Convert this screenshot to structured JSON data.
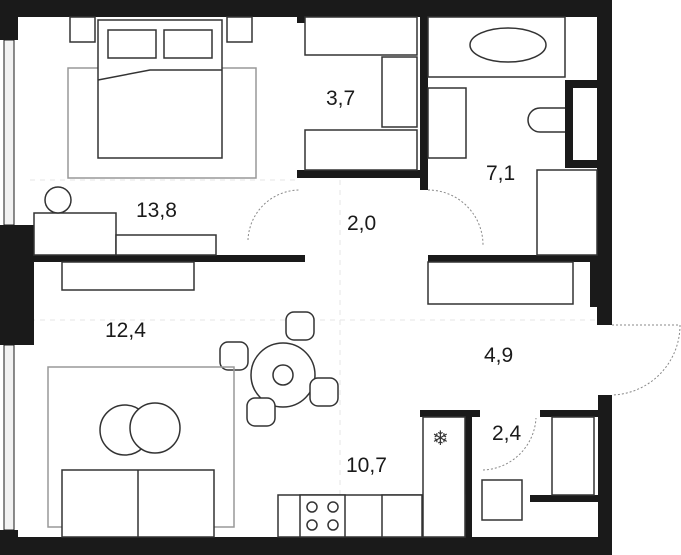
{
  "floor_plan": {
    "rooms": [
      {
        "id": "bedroom",
        "area": "13,8"
      },
      {
        "id": "wardrobe",
        "area": "3,7"
      },
      {
        "id": "hallway",
        "area": "2,0"
      },
      {
        "id": "bathroom",
        "area": "7,1"
      },
      {
        "id": "living-room",
        "area": "12,4"
      },
      {
        "id": "entrance-hall",
        "area": "4,9"
      },
      {
        "id": "storage",
        "area": "2,4"
      },
      {
        "id": "kitchen",
        "area": "10,7"
      }
    ],
    "colors": {
      "wall": "#1a1a1a",
      "furniture_stroke": "#333333",
      "background": "#ffffff"
    }
  }
}
